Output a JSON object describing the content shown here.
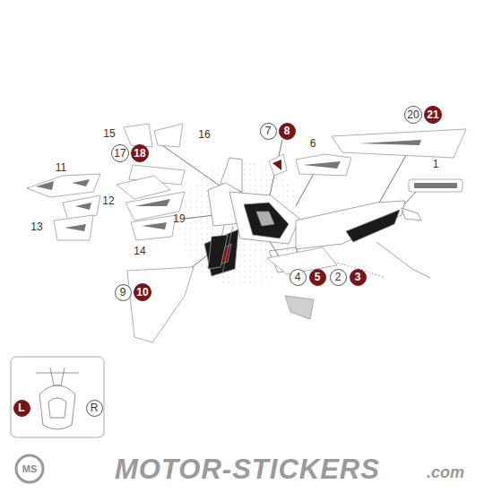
{
  "diagram": {
    "nodes": [
      {
        "text": [
          "7"
        ]
      },
      {
        "text": [
          "8"
        ]
      },
      {
        "text": [
          "20"
        ]
      },
      {
        "text": [
          "21"
        ]
      },
      {
        "text": [
          "17"
        ]
      },
      {
        "text": [
          "18"
        ]
      },
      {
        "text": [
          "4"
        ]
      },
      {
        "text": [
          "5"
        ]
      },
      {
        "text": [
          "2"
        ]
      },
      {
        "text": [
          "3"
        ]
      },
      {
        "text": [
          "9"
        ]
      },
      {
        "text": [
          "10"
        ]
      },
      {
        "text": [
          "L"
        ]
      },
      {
        "text": [
          "R"
        ]
      }
    ],
    "edges": [],
    "labels": [
      "15",
      "16",
      "6",
      "1",
      "11",
      "12",
      "19",
      "13",
      "14",
      "MS",
      "MOTOR-STICKERS",
      ".com"
    ]
  }
}
